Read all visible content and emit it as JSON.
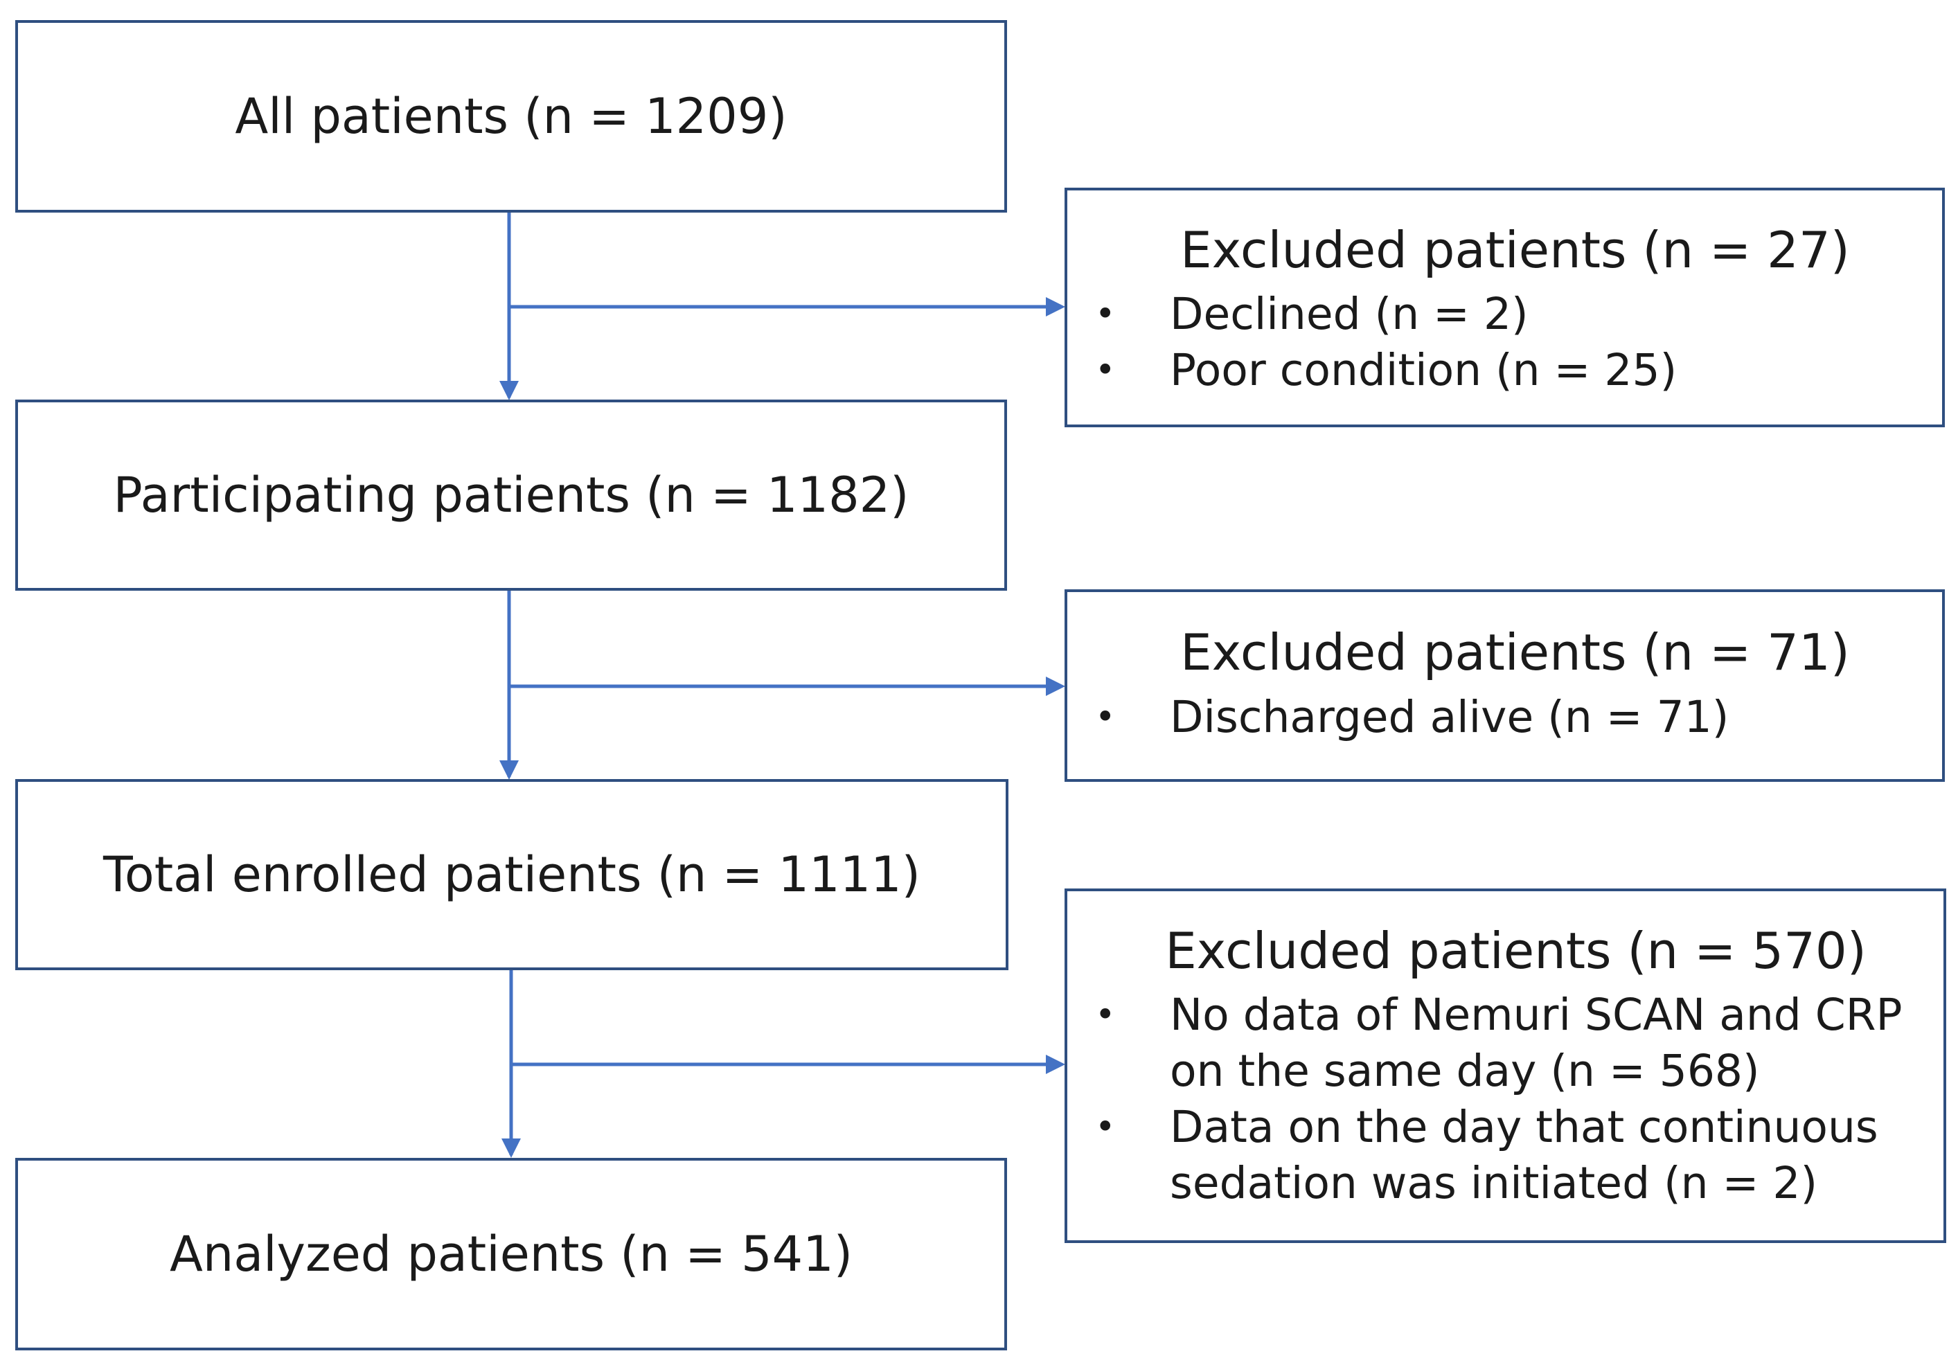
{
  "main_boxes": [
    {
      "label": "All patients (n = 1209)"
    },
    {
      "label": "Participating patients (n = 1182)"
    },
    {
      "label": "Total enrolled patients (n = 1111)"
    },
    {
      "label": "Analyzed patients (n = 541)"
    }
  ],
  "exclusions": [
    {
      "title": "Excluded patients (n = 27)",
      "items": [
        "Declined (n = 2)",
        "Poor condition (n = 25)"
      ]
    },
    {
      "title": "Excluded patients (n = 71)",
      "items": [
        "Discharged alive (n = 71)"
      ]
    },
    {
      "title": "Excluded patients (n = 570)",
      "items": [
        "No data of Nemuri SCAN and CRP on the same day (n = 568)",
        "Data on the day that continuous sedation was initiated (n = 2)"
      ]
    }
  ],
  "colors": {
    "box_border": "#2f4f80",
    "arrow": "#4472c4",
    "text": "#1a1a1a"
  },
  "bullet_symbol": "•"
}
